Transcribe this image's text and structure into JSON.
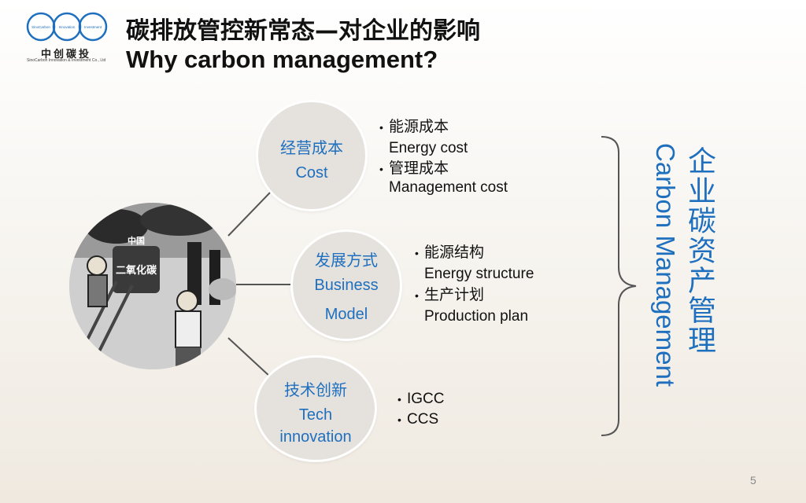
{
  "logo": {
    "ring1": "SinoCarbon",
    "ring2": "Innovation",
    "ring3": "Investment",
    "cn": "中创碳投",
    "en": "SinoCarbon Innovation & Investment Co., Ltd"
  },
  "title": {
    "cn": "碳排放管控新常态—对企业的影响",
    "en": "Why carbon management?"
  },
  "nodes": [
    {
      "cn": "经营成本",
      "en1": "Cost",
      "en2": "",
      "bullets": [
        {
          "cn": "能源成本",
          "en": "Energy cost"
        },
        {
          "cn": "管理成本",
          "en": "Management cost"
        }
      ]
    },
    {
      "cn": "发展方式",
      "en1": "Business",
      "en2": "Model",
      "bullets": [
        {
          "cn": "能源结构",
          "en": "Energy structure"
        },
        {
          "cn": "生产计划",
          "en": "Production plan"
        }
      ]
    },
    {
      "cn": "技术创新",
      "en1": "Tech",
      "en2": "innovation",
      "bullets": [
        {
          "cn": "IGCC",
          "en": ""
        },
        {
          "cn": "CCS",
          "en": ""
        }
      ]
    }
  ],
  "photo": {
    "label1": "中国",
    "label2": "二氧化碳"
  },
  "summary": {
    "cn": "企业碳资产管理",
    "en": "Carbon Management"
  },
  "page_number": "5",
  "colors": {
    "accent": "#1f6fbf",
    "bubble": "#e5e2dd",
    "connector": "#555555"
  }
}
